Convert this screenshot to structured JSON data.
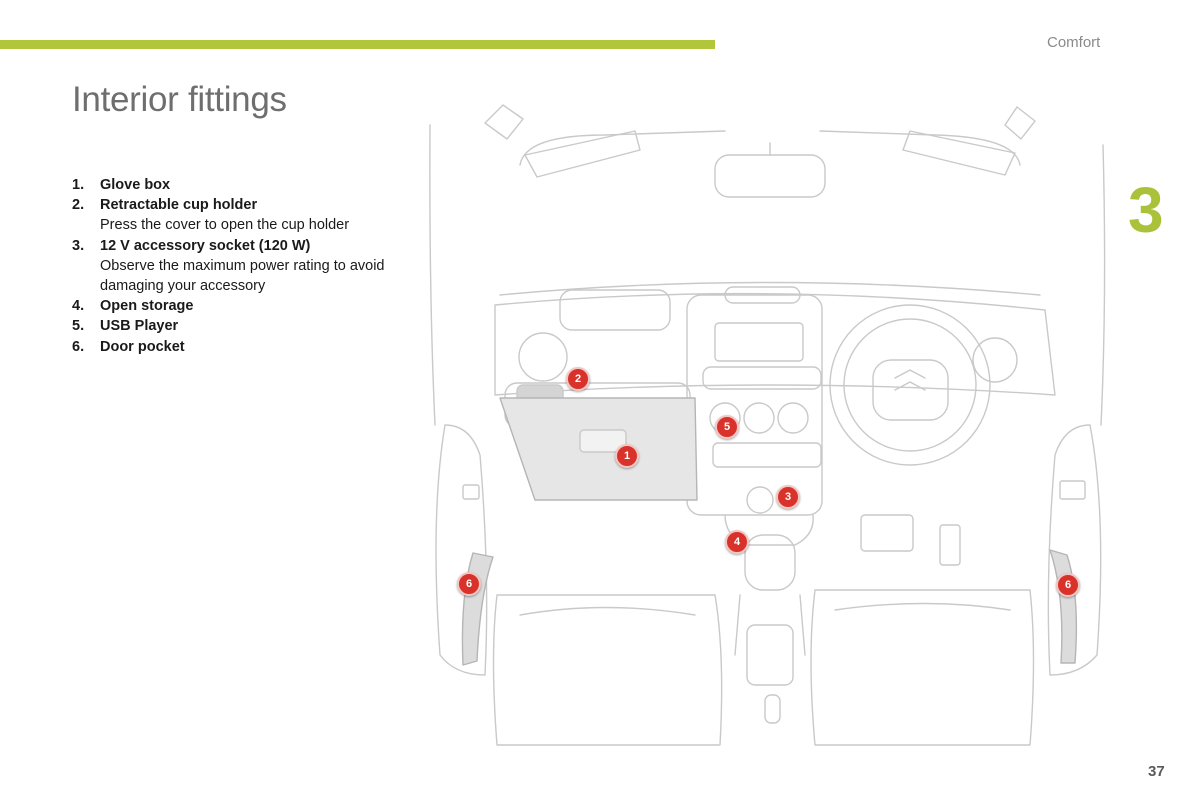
{
  "header": {
    "section": "Comfort",
    "accent_color": "#b1c63a"
  },
  "page_title": "Interior fittings",
  "chapter_number": "3",
  "page_number": "37",
  "items": [
    {
      "num": "1.",
      "title": "Glove box",
      "desc": ""
    },
    {
      "num": "2.",
      "title": "Retractable cup holder",
      "desc": "Press the cover to open the cup holder"
    },
    {
      "num": "3.",
      "title": "12 V accessory socket (120 W)",
      "desc": "Observe the maximum power rating to avoid damaging your accessory"
    },
    {
      "num": "4.",
      "title": "Open storage",
      "desc": ""
    },
    {
      "num": "5.",
      "title": "USB Player",
      "desc": ""
    },
    {
      "num": "6.",
      "title": "Door pocket",
      "desc": ""
    }
  ],
  "callouts": {
    "glove_box": "1",
    "cup_holder": "2",
    "accessory_socket": "3",
    "open_storage": "4",
    "usb_player": "5",
    "door_pocket_left": "6",
    "door_pocket_right": "6",
    "badge_color": "#d8322a"
  }
}
